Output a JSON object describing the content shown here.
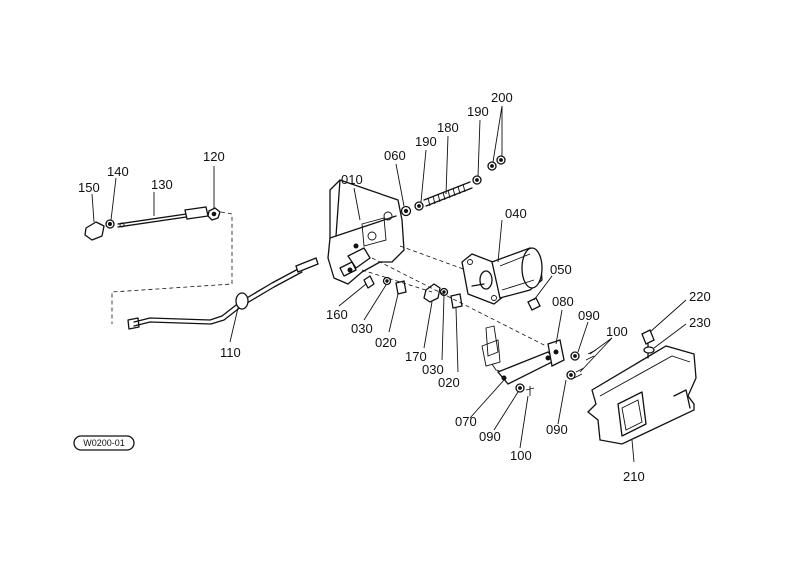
{
  "labels": {
    "p010": "010",
    "p020a": "020",
    "p020b": "020",
    "p030a": "030",
    "p030b": "030",
    "p040": "040",
    "p050": "050",
    "p060": "060",
    "p070": "070",
    "p080": "080",
    "p090a": "090",
    "p090b": "090",
    "p090c": "090",
    "p100a": "100",
    "p100b": "100",
    "p110": "110",
    "p120": "120",
    "p130": "130",
    "p140": "140",
    "p150": "150",
    "p160": "160",
    "p170": "170",
    "p180": "180",
    "p190a": "190",
    "p190b": "190",
    "p200": "200",
    "p210": "210",
    "p220": "220",
    "p230": "230"
  },
  "drawing_code": "W0200-01"
}
